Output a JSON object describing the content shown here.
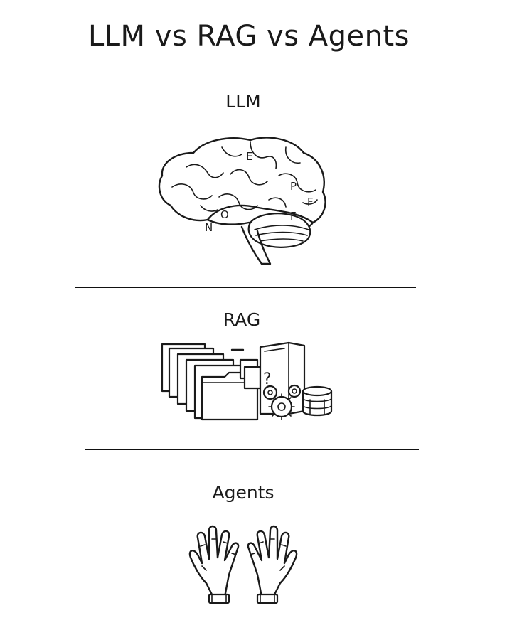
{
  "title": "LLM vs RAG vs Agents",
  "sections": [
    {
      "label": "LLM",
      "illustration": "brain-icon",
      "glyphs": [
        "E",
        "F",
        "F",
        "N",
        "O",
        "P"
      ]
    },
    {
      "label": "RAG",
      "illustration": "documents-database-icon"
    },
    {
      "label": "Agents",
      "illustration": "hands-icon"
    }
  ],
  "colors": {
    "ink": "#1a1a1a",
    "background": "#ffffff"
  }
}
